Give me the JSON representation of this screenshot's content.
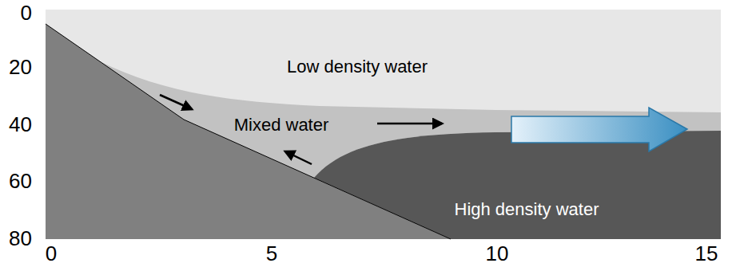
{
  "diagram": {
    "labels": [
      "0",
      "20",
      "40",
      "60",
      "80",
      "0",
      "5",
      "10",
      "15",
      "Low density water",
      "Mixed water",
      "High density water"
    ]
  }
}
